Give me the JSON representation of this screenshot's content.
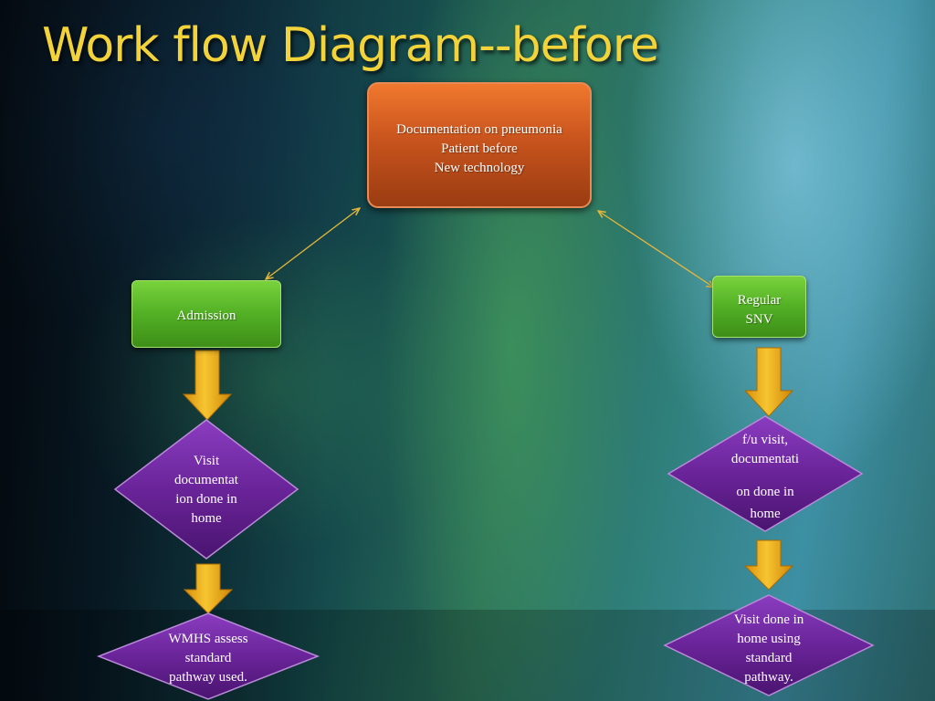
{
  "title": "Work flow Diagram--before",
  "nodes": {
    "top": "Documentation on pneumonia\nPatient before\nNew technology",
    "admission": "Admission",
    "regular_snv": "Regular\nSNV",
    "visit_documentation": "Visit\ndocumentat\nion done in\nhome",
    "fu_visit_a": "f/u visit,\ndocumentati",
    "fu_visit_b": "on  done in\nhome",
    "wmhs": "WMHS assess\nstandard\npathway used.",
    "visit_done": "Visit done in\nhome using\nstandard\npathway."
  },
  "colors": {
    "title": "#f3d33a",
    "orange_box": "#c9541d",
    "green_box": "#52b025",
    "diamond": "#5b1c8a",
    "arrow_fill": "#f3b418",
    "connector": "#e6b73a"
  }
}
